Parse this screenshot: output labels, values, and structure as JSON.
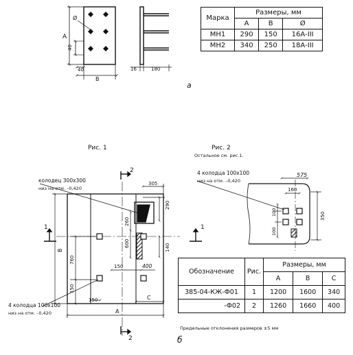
{
  "table1": {
    "header_mark": "Марка",
    "header_dims": "Размеры, мм",
    "col_a": "A",
    "col_b": "B",
    "col_d": "Ø",
    "rows": [
      {
        "mark": "МН1",
        "a": "290",
        "b": "150",
        "d": "16А-ІІІ"
      },
      {
        "mark": "МН2",
        "a": "340",
        "b": "250",
        "d": "18А-ІІІ"
      }
    ]
  },
  "fig_top": {
    "dim_a": "A",
    "dim_b": "B",
    "dim_40_v": "40",
    "dim_40_h": "40",
    "dim_d": "Ø",
    "dim_16": "16",
    "dim_180": "180",
    "label_a": "а"
  },
  "caption1": "Рис. 1",
  "caption2": "Рис. 2",
  "caption2_note": "Остальное см. рис.1.",
  "fig1": {
    "well_note_line1": "колодец 300x300",
    "well_note_line2": "низ на отм. –0,420",
    "holes_note_line1": "4 колодца 100x100",
    "holes_note_line2": "низ на отм. –0,420",
    "section_top": "2",
    "section_bottom": "2",
    "section_left": "1",
    "section_right": "1",
    "dim_305": "305",
    "dim_290": "290",
    "dim_260": "260",
    "dim_600": "600",
    "dim_140": "140",
    "dim_150": "150",
    "dim_400": "400",
    "dim_760": "760",
    "dim_150_left": "150",
    "dim_150_bottom": "150",
    "dim_b": "B",
    "dim_a": "A",
    "dim_c": "C"
  },
  "fig2": {
    "holes_note_line1": "4 колодца 100x100",
    "holes_note_line2": "низ на отм. –0,420",
    "dim_575": "575",
    "dim_160": "160",
    "dim_100_top": "100",
    "dim_100_bottom": "100",
    "dim_350": "350"
  },
  "table2": {
    "header_designation": "Обозначение",
    "header_fig": "Рис.",
    "header_dims": "Размеры, мм",
    "col_a": "A",
    "col_b": "B",
    "col_c": "C",
    "rows": [
      {
        "designation": "385-04-КЖ-Ф01",
        "fig": "1",
        "a": "1200",
        "b": "1600",
        "c": "340"
      },
      {
        "designation": "-Ф02",
        "fig": "2",
        "a": "1260",
        "b": "1660",
        "c": "400"
      }
    ]
  },
  "tolerance_note": "Предельные отклонения размеров ±5 мм",
  "label_b": "б"
}
